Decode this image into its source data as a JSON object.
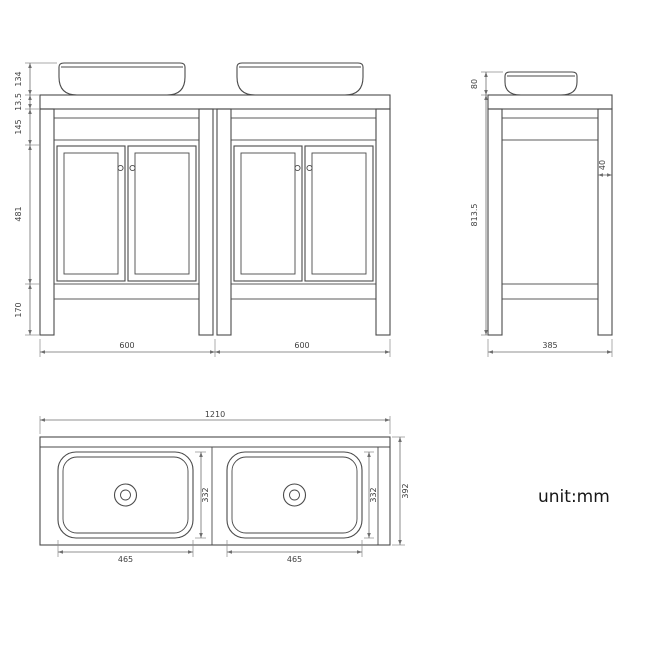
{
  "meta": {
    "unit_note": "unit:mm"
  },
  "colors": {
    "outline": "#4a4a4a",
    "dimension": "#6e6e6e",
    "label": "#3f3f3f"
  },
  "front_view": {
    "dims": {
      "sink_height": "134",
      "counter_thickness": "13.5",
      "apron_height": "145",
      "door_height": "481",
      "leg_clearance": "170",
      "module_width_left": "600",
      "module_width_right": "600"
    }
  },
  "side_view": {
    "dims": {
      "sink_above_counter": "80",
      "stand_height": "813.5",
      "leg_width": "40",
      "depth": "385"
    }
  },
  "top_view": {
    "dims": {
      "overall_width": "1210",
      "basin_depth_left": "332",
      "basin_depth_right": "332",
      "overall_depth": "392",
      "basin_width_left": "465",
      "basin_width_right": "465"
    }
  }
}
